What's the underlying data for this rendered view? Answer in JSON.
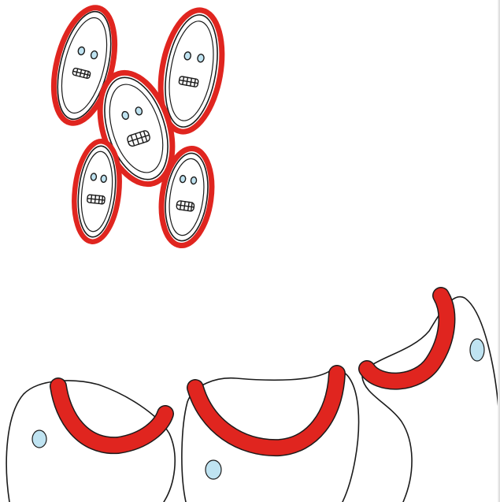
{
  "drawing": {
    "style": "marker-on-paper",
    "colors": {
      "outline_red": "#e0251f",
      "ink": "#1b1b1b",
      "eye_blue": "#bfe3f1",
      "paper": "#ffffff"
    },
    "groups": [
      {
        "name": "ghost-faces-cluster",
        "count": 5
      },
      {
        "name": "white-creatures-with-red-mouths",
        "count": 3
      }
    ]
  }
}
